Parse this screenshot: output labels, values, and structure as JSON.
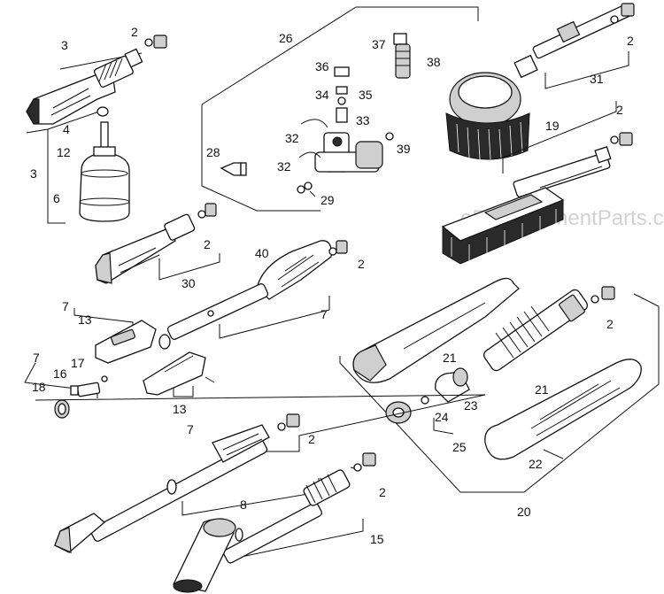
{
  "watermark": "eReplacementParts.com",
  "callouts": {
    "c26": "26",
    "c37": "37",
    "c38": "38",
    "c36": "36",
    "c34": "34",
    "c35": "35",
    "c33": "33",
    "c32a": "32",
    "c32b": "32",
    "c39": "39",
    "c28": "28",
    "c29": "29",
    "c3a": "3",
    "c2a": "2",
    "c4": "4",
    "c12": "12",
    "c3b": "3",
    "c6": "6",
    "c31": "31",
    "c2b": "2",
    "c19": "19",
    "c2c": "2",
    "c30": "30",
    "c2d": "2",
    "c40": "40",
    "c2e": "2",
    "c7a": "7",
    "c7b": "7",
    "c13a": "13",
    "c7c": "7",
    "c16": "16",
    "c17": "17",
    "c18": "18",
    "c13b": "13",
    "c7d": "7",
    "c2f": "2",
    "c21a": "21",
    "c23": "23",
    "c24": "24",
    "c25": "25",
    "c21b": "21",
    "c22": "22",
    "c20": "20",
    "c2g": "2",
    "c8": "8",
    "c2h": "2",
    "c15": "15"
  }
}
